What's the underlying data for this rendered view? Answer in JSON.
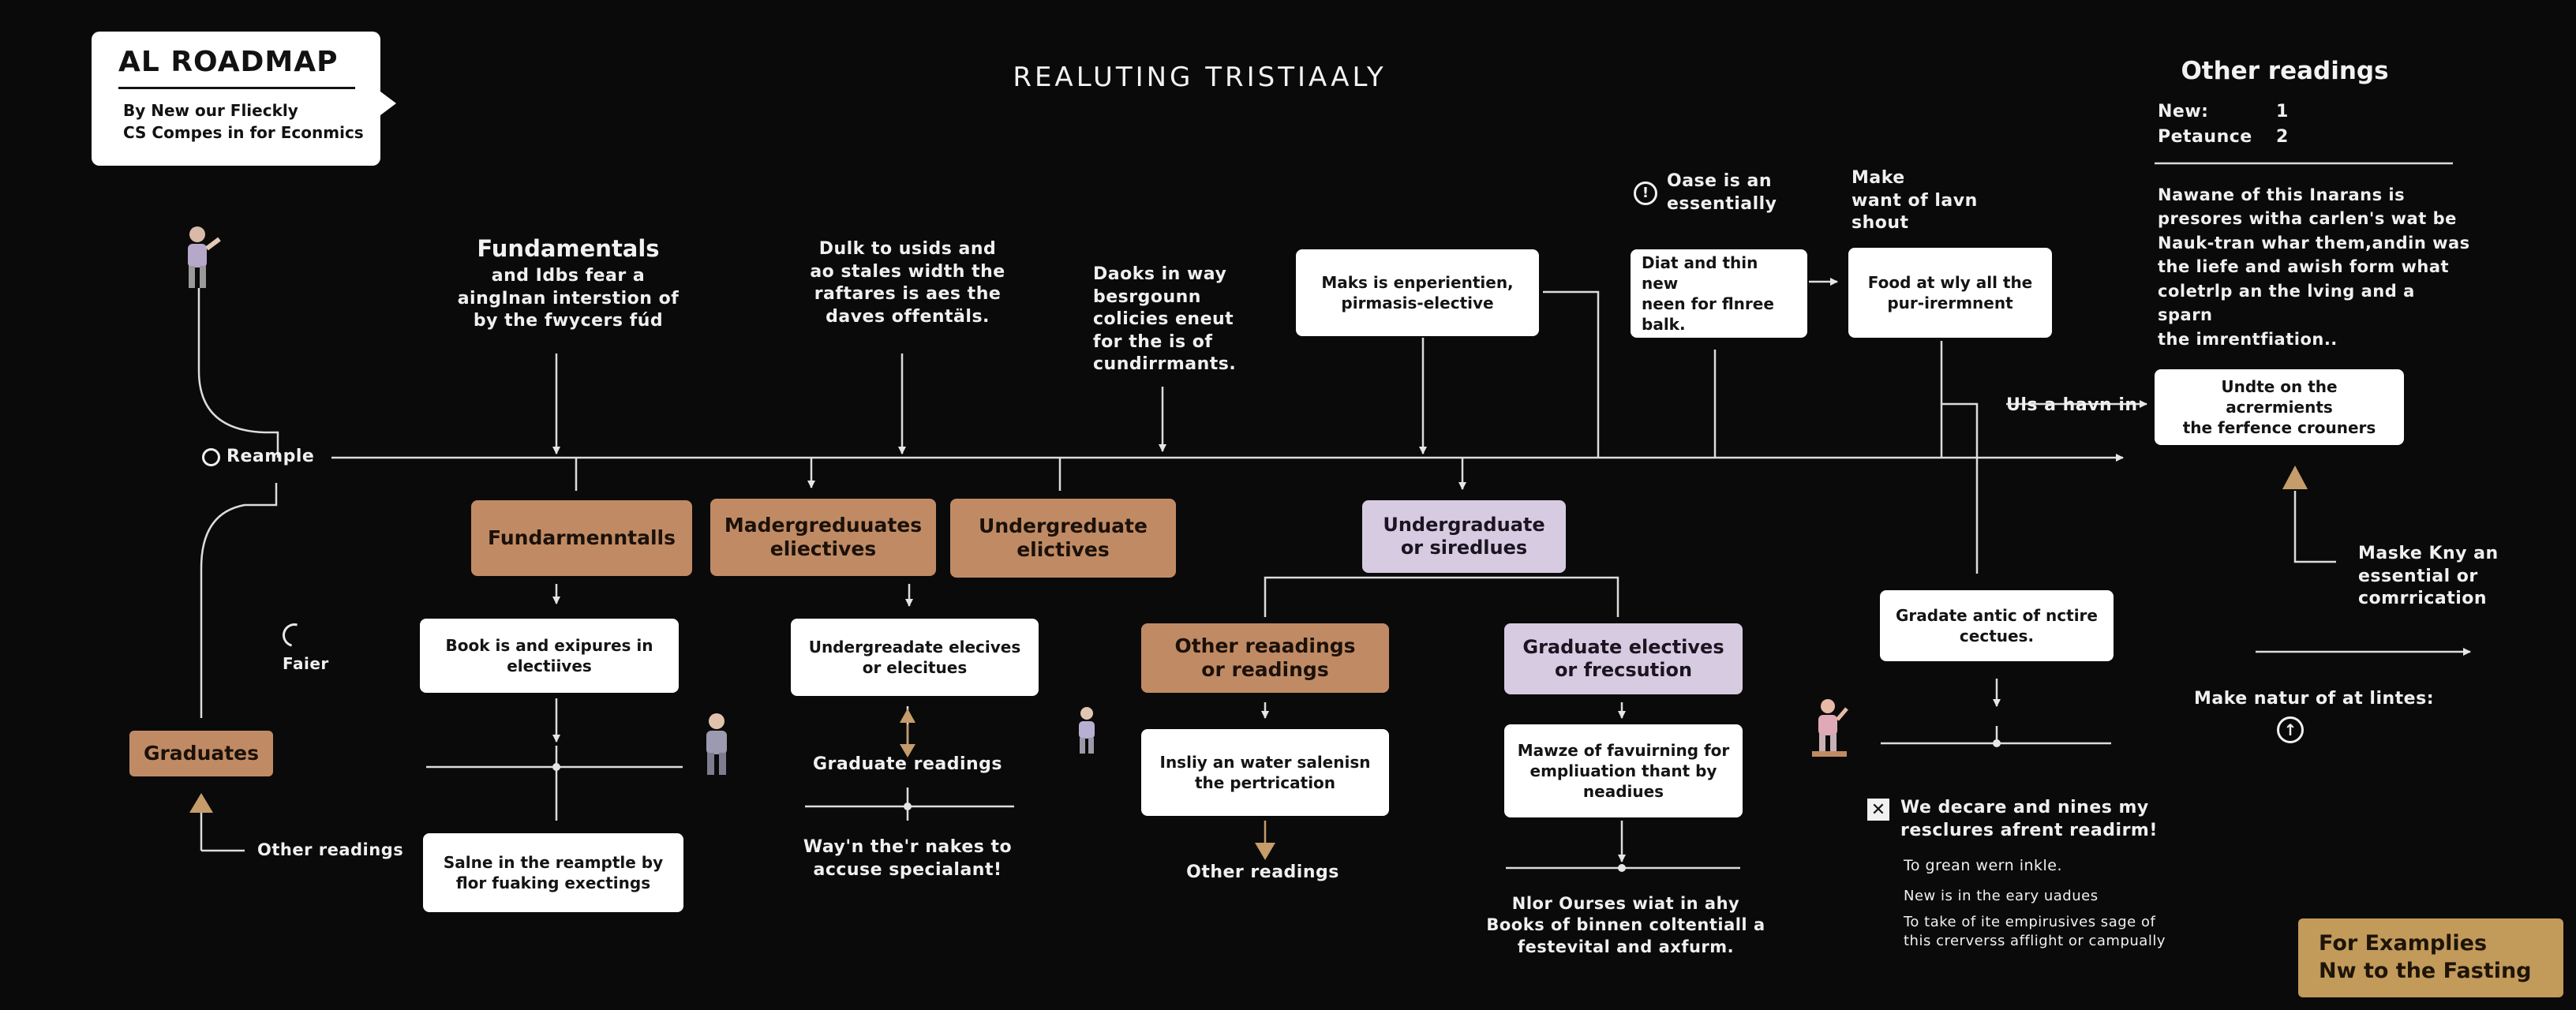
{
  "header": {
    "logo_title": "AL ROADMAP",
    "logo_sub_1": "By  New our Flieckly",
    "logo_sub_2": "CS Compes in for Econmics",
    "center_title": "REALUTING TRISTIAALY"
  },
  "side_panel": {
    "title": "Other readings",
    "rows": [
      {
        "label": "New:",
        "value": "1"
      },
      {
        "label": "Petaunce",
        "value": "2"
      }
    ],
    "paragraph": [
      "Nawane of this Inarans is",
      "presores witha carlen's wat be",
      "Nauk-tran whar them,andin was",
      "the liefe  and awish form what",
      "coletrlp an the lving and a sparn",
      "the imrentfiation.."
    ],
    "box": [
      "Undte on the acrermients",
      "the ferfence crouners"
    ],
    "lead_label": "Uls a havn in",
    "note": [
      "Maske Kny an",
      "essential or",
      "comrrication"
    ],
    "bottom_label": "Make natur of at lintes:",
    "corner_box": [
      "For Examplies",
      "Nw to the Fasting"
    ]
  },
  "timeline": {
    "start_label": "Reample",
    "faier_label": "Faier",
    "graduates_box": "Graduates",
    "other_readings_label": "Other readings"
  },
  "top_labels": {
    "fundamentals_title": "Fundamentals",
    "fundamentals_desc": [
      "and Idbs fear a",
      "aingInan interstion of",
      "by the fwycers fúd"
    ],
    "dulk": [
      "Dulk to usids and",
      "ao stales width the",
      "raftares is aes the",
      "daves offentäls."
    ],
    "daoks": [
      "Daoks in way",
      "besrgounn",
      "colicies eneut",
      "for the is of",
      "cundirrmants."
    ],
    "oase": [
      "Oase is an",
      "essentially"
    ],
    "make": [
      "Make",
      "want of lavn",
      "shout"
    ]
  },
  "top_boxes": {
    "maks": [
      "Maks is enperientien,",
      "pirmasis-elective"
    ],
    "diat": [
      "Diat and thin new",
      "neen for flnree",
      "balk."
    ],
    "food": [
      "Food at wly all the",
      "pur-irermnent"
    ]
  },
  "nodes": {
    "fundarmentals": "Fundarmenntalls",
    "madergred": [
      "Madergreduuates",
      "eliectives"
    ],
    "undergred_electives": [
      "Undergreduate",
      "elictives"
    ],
    "undergrad_lav": [
      "Undergraduate",
      "or siredlues"
    ],
    "book_box": [
      "Book is and exipures in",
      "electiives"
    ],
    "salne_box": [
      "Salne in the reamptle by",
      "flor fuaking exectings"
    ],
    "undergreadate_box": [
      "Undergreadate elecives",
      "or elecitues"
    ],
    "graduate_readings": "Graduate readings",
    "wayn": [
      "Way'n the'r nakes to",
      "accuse specialant!"
    ],
    "other_readings_node": [
      "Other reaadings",
      "or readings"
    ],
    "insly_box": [
      "Insliy an water salenisn",
      "the pertrication"
    ],
    "other_readings_small": "Other readings",
    "grad_electives_node": [
      "Graduate electives",
      "or frecsution"
    ],
    "mawze_box": [
      "Mawze of favuirning for",
      "empliuation thant by",
      "neadiues"
    ],
    "nlor": [
      "Nlor Ourses wiat in ahy",
      "Books of binnen coltentiall a",
      "festevital and axfurm."
    ],
    "gradate_box": [
      "Gradate antic of nctire",
      "cectues."
    ],
    "we_decare": [
      "We decare and nines my",
      "resclures afrent readirm!"
    ],
    "to_grean": "To grean wern inkle.",
    "new_is": "New is in the eary uadues",
    "to_take": [
      "To take of ite empirusives sage of",
      "this crerverss afflight or campually"
    ]
  },
  "colors": {
    "background": "#0b0a0a",
    "tan": "#c08b64",
    "lavender": "#d7cbe2",
    "line": "#e0e0e0",
    "corner_box": "#c29a5a"
  }
}
